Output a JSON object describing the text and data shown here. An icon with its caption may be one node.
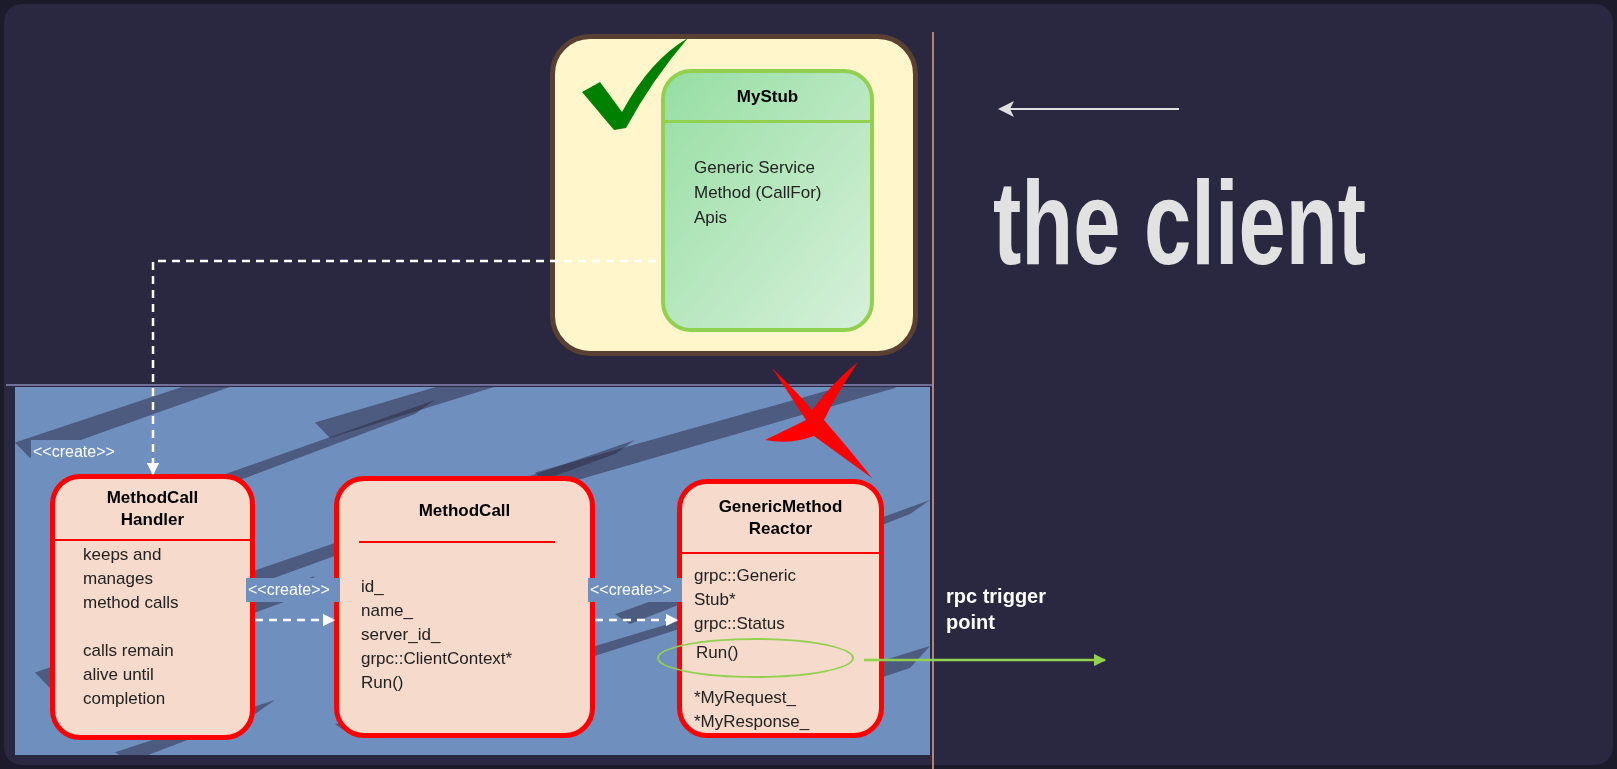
{
  "diagram": {
    "nodes": [
      {
        "text": [],
        "shape": "box"
      },
      {
        "text": [
          "MyStub",
          "Generic Service Method (CallFor) Apis"
        ],
        "in": 0
      },
      {
        "text": [],
        "shape": "band"
      },
      {
        "text": [
          "MethodCall Handler",
          "keeps and manages method calls",
          "calls remain alive until completion"
        ],
        "in": 2
      },
      {
        "text": [
          "MethodCall",
          "id_",
          "name_",
          "server_id_",
          "grpc::ClientContext*",
          "Run()"
        ],
        "in": 2
      },
      {
        "text": [
          "GenericMethod Reactor",
          "grpc::Generic Stub*",
          "grpc::Status",
          "*MyRequest_",
          "*MyResponse_"
        ],
        "in": 2
      },
      {
        "text": [
          "Run()"
        ],
        "in": 2
      }
    ],
    "edges": [
      {
        "from": 1,
        "to": 3,
        "arrow": "to",
        "label": "<<create>>",
        "style": "dashed"
      },
      {
        "from": 3,
        "to": 4,
        "arrow": "to",
        "label": "<<create>>",
        "style": "dashed"
      },
      {
        "from": 4,
        "to": 5,
        "arrow": "to",
        "label": "<<create>>",
        "style": "dashed"
      },
      {
        "from": 6,
        "to": null,
        "arrow": "to",
        "label": "rpc trigger point",
        "color": "#92d050"
      }
    ],
    "labels": [
      "the client"
    ]
  }
}
